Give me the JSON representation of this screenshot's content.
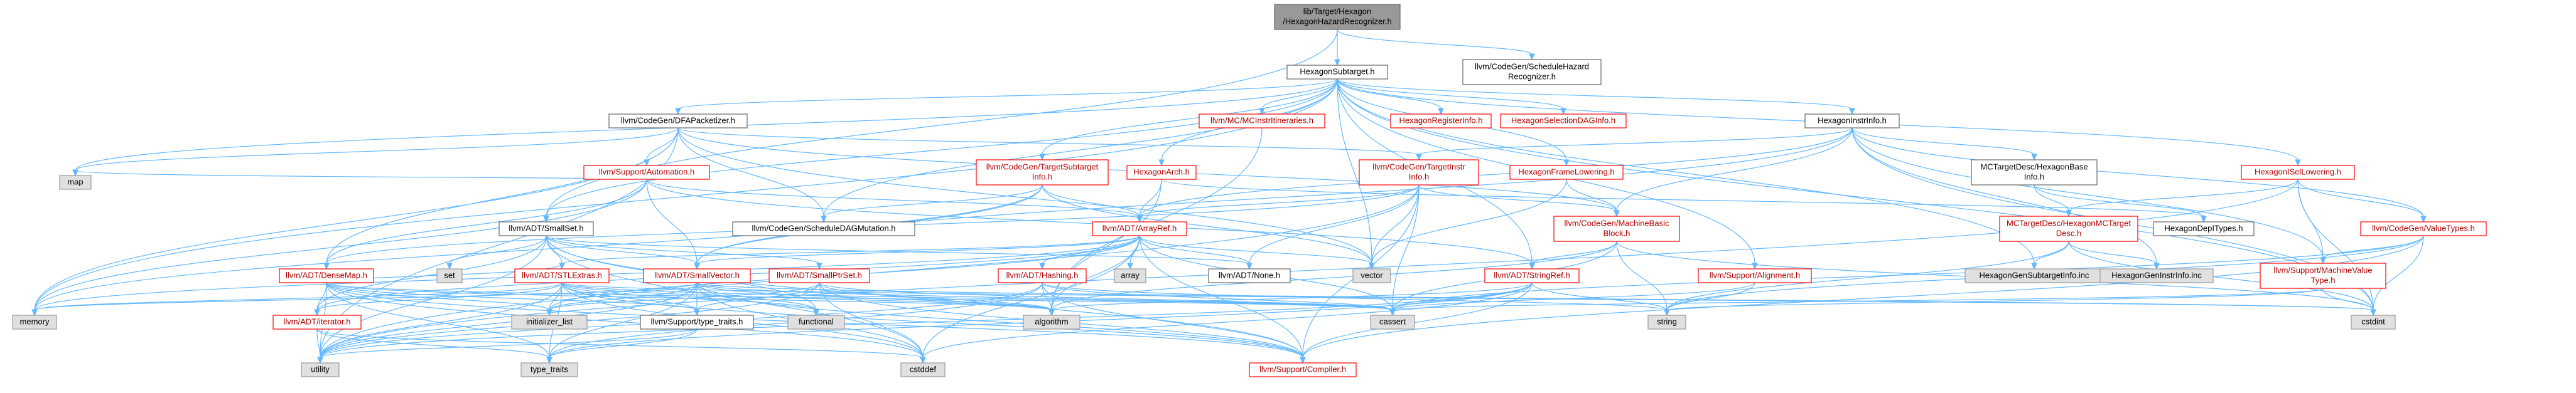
{
  "title": "lib/Target/Hexagon/HexagonHazardRecognizer.h",
  "colors": {
    "root_fill": "#999999",
    "documented_border": "#ff0000",
    "documented_text": "#b20000",
    "undocumented_border": "#666666",
    "external_fill": "#e0e0e0",
    "edge": "#63b8ff"
  },
  "nodes": [
    {
      "id": "root",
      "lines": [
        "lib/Target/Hexagon",
        "/HexagonHazardRecognizer.h"
      ],
      "kind": "root"
    },
    {
      "id": "hexsubtarget",
      "lines": [
        "HexagonSubtarget.h"
      ],
      "kind": "black"
    },
    {
      "id": "schedhazard",
      "lines": [
        "llvm/CodeGen/ScheduleHazard",
        "Recognizer.h"
      ],
      "kind": "black"
    },
    {
      "id": "dfapacketizer",
      "lines": [
        "llvm/CodeGen/DFAPacketizer.h"
      ],
      "kind": "black"
    },
    {
      "id": "mcinstritin",
      "lines": [
        "llvm/MC/MCInstrItineraries.h"
      ],
      "kind": "red"
    },
    {
      "id": "hexreginfo",
      "lines": [
        "HexagonRegisterInfo.h"
      ],
      "kind": "red"
    },
    {
      "id": "hexseldag",
      "lines": [
        "HexagonSelectionDAGInfo.h"
      ],
      "kind": "red"
    },
    {
      "id": "hexinstrinfo",
      "lines": [
        "HexagonInstrInfo.h"
      ],
      "kind": "black"
    },
    {
      "id": "supautomation",
      "lines": [
        "llvm/Support/Automation.h"
      ],
      "kind": "red"
    },
    {
      "id": "codegentsi",
      "lines": [
        "llvm/CodeGen/TargetSubtarget",
        "Info.h"
      ],
      "kind": "red"
    },
    {
      "id": "hexarch",
      "lines": [
        "HexagonArch.h"
      ],
      "kind": "red"
    },
    {
      "id": "codegentii",
      "lines": [
        "llvm/CodeGen/TargetInstr",
        "Info.h"
      ],
      "kind": "red"
    },
    {
      "id": "hexframe",
      "lines": [
        "HexagonFrameLowering.h"
      ],
      "kind": "red"
    },
    {
      "id": "mctdhbi",
      "lines": [
        "MCTargetDesc/HexagonBase",
        "Info.h"
      ],
      "kind": "black"
    },
    {
      "id": "hexisel",
      "lines": [
        "HexagonISelLowering.h"
      ],
      "kind": "red"
    },
    {
      "id": "map",
      "lines": [
        "map"
      ],
      "kind": "gray"
    },
    {
      "id": "smallset",
      "lines": [
        "llvm/ADT/SmallSet.h"
      ],
      "kind": "black"
    },
    {
      "id": "schedmut",
      "lines": [
        "llvm/CodeGen/ScheduleDAGMutation.h"
      ],
      "kind": "black"
    },
    {
      "id": "arrayref",
      "lines": [
        "llvm/ADT/ArrayRef.h"
      ],
      "kind": "red"
    },
    {
      "id": "mbb",
      "lines": [
        "llvm/CodeGen/MachineBasic",
        "Block.h"
      ],
      "kind": "red"
    },
    {
      "id": "hexmctd",
      "lines": [
        "MCTargetDesc/HexagonMCTarget",
        "Desc.h"
      ],
      "kind": "red"
    },
    {
      "id": "hexdep",
      "lines": [
        "HexagonDepITypes.h"
      ],
      "kind": "black"
    },
    {
      "id": "valuetypes",
      "lines": [
        "llvm/CodeGen/ValueTypes.h"
      ],
      "kind": "red"
    },
    {
      "id": "set",
      "lines": [
        "set"
      ],
      "kind": "gray"
    },
    {
      "id": "densemap",
      "lines": [
        "llvm/ADT/DenseMap.h"
      ],
      "kind": "red"
    },
    {
      "id": "stlextras",
      "lines": [
        "llvm/ADT/STLExtras.h"
      ],
      "kind": "red"
    },
    {
      "id": "smallvector",
      "lines": [
        "llvm/ADT/SmallVector.h"
      ],
      "kind": "red"
    },
    {
      "id": "smallptrset",
      "lines": [
        "llvm/ADT/SmallPtrSet.h"
      ],
      "kind": "red"
    },
    {
      "id": "hashing",
      "lines": [
        "llvm/ADT/Hashing.h"
      ],
      "kind": "red"
    },
    {
      "id": "array",
      "lines": [
        "array"
      ],
      "kind": "gray"
    },
    {
      "id": "vector",
      "lines": [
        "vector"
      ],
      "kind": "gray"
    },
    {
      "id": "adtnone",
      "lines": [
        "llvm/ADT/None.h"
      ],
      "kind": "black"
    },
    {
      "id": "stringref",
      "lines": [
        "llvm/ADT/StringRef.h"
      ],
      "kind": "red"
    },
    {
      "id": "alignment",
      "lines": [
        "llvm/Support/Alignment.h"
      ],
      "kind": "red"
    },
    {
      "id": "hexsubinc",
      "lines": [
        "HexagonGenSubtargetInfo.inc"
      ],
      "kind": "gray"
    },
    {
      "id": "hexinstrinc",
      "lines": [
        "HexagonGenInstrInfo.inc"
      ],
      "kind": "gray"
    },
    {
      "id": "machvaltype",
      "lines": [
        "llvm/Support/MachineValue",
        "Type.h"
      ],
      "kind": "red"
    },
    {
      "id": "memory",
      "lines": [
        "memory"
      ],
      "kind": "gray"
    },
    {
      "id": "iterator",
      "lines": [
        "llvm/ADT/iterator.h"
      ],
      "kind": "red"
    },
    {
      "id": "initlist",
      "lines": [
        "initializer_list"
      ],
      "kind": "gray"
    },
    {
      "id": "typetraits",
      "lines": [
        "llvm/Support/type_traits.h"
      ],
      "kind": "black"
    },
    {
      "id": "functional",
      "lines": [
        "functional"
      ],
      "kind": "gray"
    },
    {
      "id": "algorithm",
      "lines": [
        "algorithm"
      ],
      "kind": "gray"
    },
    {
      "id": "cassert",
      "lines": [
        "cassert"
      ],
      "kind": "gray"
    },
    {
      "id": "string",
      "lines": [
        "string"
      ],
      "kind": "gray"
    },
    {
      "id": "cstdint",
      "lines": [
        "cstdint"
      ],
      "kind": "gray"
    },
    {
      "id": "utility",
      "lines": [
        "utility"
      ],
      "kind": "gray"
    },
    {
      "id": "stdtypetraits",
      "lines": [
        "type_traits"
      ],
      "kind": "gray"
    },
    {
      "id": "cstddef",
      "lines": [
        "cstddef"
      ],
      "kind": "gray"
    },
    {
      "id": "compiler",
      "lines": [
        "llvm/Support/Compiler.h"
      ],
      "kind": "red"
    }
  ],
  "edges": [
    [
      "root",
      "hexsubtarget"
    ],
    [
      "root",
      "schedhazard"
    ],
    [
      "root",
      "smallset"
    ],
    [
      "hexsubtarget",
      "dfapacketizer"
    ],
    [
      "hexsubtarget",
      "mcinstritin"
    ],
    [
      "hexsubtarget",
      "hexreginfo"
    ],
    [
      "hexsubtarget",
      "hexseldag"
    ],
    [
      "hexsubtarget",
      "hexinstrinfo"
    ],
    [
      "hexsubtarget",
      "codegentsi"
    ],
    [
      "hexsubtarget",
      "hexarch"
    ],
    [
      "hexsubtarget",
      "hexframe"
    ],
    [
      "hexsubtarget",
      "hexisel"
    ],
    [
      "hexsubtarget",
      "schedmut"
    ],
    [
      "hexsubtarget",
      "vector"
    ],
    [
      "hexsubtarget",
      "hexsubinc"
    ],
    [
      "hexsubtarget",
      "alignment"
    ],
    [
      "hexsubtarget",
      "stringref"
    ],
    [
      "hexsubtarget",
      "smallset"
    ],
    [
      "hexsubtarget",
      "memory"
    ],
    [
      "hexsubtarget",
      "map"
    ],
    [
      "hexsubtarget",
      "cstdint"
    ],
    [
      "dfapacketizer",
      "supautomation"
    ],
    [
      "dfapacketizer",
      "schedmut"
    ],
    [
      "dfapacketizer",
      "mbb"
    ],
    [
      "dfapacketizer",
      "densemap"
    ],
    [
      "dfapacketizer",
      "map"
    ],
    [
      "dfapacketizer",
      "memory"
    ],
    [
      "dfapacketizer",
      "utility"
    ],
    [
      "dfapacketizer",
      "vector"
    ],
    [
      "dfapacketizer",
      "codegentii"
    ],
    [
      "mcinstritin",
      "algorithm"
    ],
    [
      "hexinstrinfo",
      "codegentii"
    ],
    [
      "hexinstrinfo",
      "mctdhbi"
    ],
    [
      "hexinstrinfo",
      "hexinstrinc"
    ],
    [
      "hexinstrinfo",
      "mbb"
    ],
    [
      "hexinstrinfo",
      "valuetypes"
    ],
    [
      "hexinstrinfo",
      "arrayref"
    ],
    [
      "hexinstrinfo",
      "smallvector"
    ],
    [
      "hexinstrinfo",
      "cstdint"
    ],
    [
      "hexinstrinfo",
      "machvaltype"
    ],
    [
      "supautomation",
      "arrayref"
    ],
    [
      "supautomation",
      "densemap"
    ],
    [
      "supautomation",
      "map"
    ],
    [
      "supautomation",
      "memory"
    ],
    [
      "supautomation",
      "smallvector"
    ],
    [
      "supautomation",
      "stringref"
    ],
    [
      "codegentsi",
      "arrayref"
    ],
    [
      "codegentsi",
      "schedmut"
    ],
    [
      "codegentsi",
      "smallvector"
    ],
    [
      "codegentsi",
      "memory"
    ],
    [
      "codegentsi",
      "vector"
    ],
    [
      "hexarch",
      "arrayref"
    ],
    [
      "hexarch",
      "hexdep"
    ],
    [
      "hexarch",
      "algorithm"
    ],
    [
      "codegentii",
      "arrayref"
    ],
    [
      "codegentii",
      "densemap"
    ],
    [
      "codegentii",
      "mbb"
    ],
    [
      "codegentii",
      "vector"
    ],
    [
      "codegentii",
      "cassert"
    ],
    [
      "codegentii",
      "utility"
    ],
    [
      "codegentii",
      "compiler"
    ],
    [
      "codegentii",
      "adtnone"
    ],
    [
      "hexframe",
      "mbb"
    ],
    [
      "hexframe",
      "vector"
    ],
    [
      "mctdhbi",
      "hexmctd"
    ],
    [
      "mctdhbi",
      "hexdep"
    ],
    [
      "hexisel",
      "hexmctd"
    ],
    [
      "hexisel",
      "valuetypes"
    ],
    [
      "hexisel",
      "machvaltype"
    ],
    [
      "hexisel",
      "cstdint"
    ],
    [
      "hexisel",
      "utility"
    ],
    [
      "smallset",
      "adtnone"
    ],
    [
      "smallset",
      "smallptrset"
    ],
    [
      "smallset",
      "smallvector"
    ],
    [
      "smallset",
      "compiler"
    ],
    [
      "smallset",
      "type_traits_dummy"
    ],
    [
      "smallset",
      "cstddef"
    ],
    [
      "smallset",
      "functional"
    ],
    [
      "smallset",
      "set"
    ],
    [
      "smallset",
      "utility"
    ],
    [
      "smallset",
      "iterator"
    ],
    [
      "smallset",
      "stlextras"
    ],
    [
      "arrayref",
      "hashing"
    ],
    [
      "arrayref",
      "array"
    ],
    [
      "arrayref",
      "vector"
    ],
    [
      "arrayref",
      "adtnone"
    ],
    [
      "arrayref",
      "stlextras"
    ],
    [
      "arrayref",
      "smallvector"
    ],
    [
      "arrayref",
      "algorithm"
    ],
    [
      "arrayref",
      "cassert"
    ],
    [
      "arrayref",
      "cstddef"
    ],
    [
      "arrayref",
      "initlist"
    ],
    [
      "arrayref",
      "iterator"
    ],
    [
      "arrayref",
      "memory"
    ],
    [
      "arrayref",
      "compiler"
    ],
    [
      "mbb",
      "stringref"
    ],
    [
      "mbb",
      "string"
    ],
    [
      "mbb",
      "algorithm"
    ],
    [
      "mbb",
      "cassert"
    ],
    [
      "mbb",
      "cstdint"
    ],
    [
      "hexmctd",
      "hexsubinc"
    ],
    [
      "hexmctd",
      "hexinstrinc"
    ],
    [
      "hexmctd",
      "string"
    ],
    [
      "hexmctd",
      "cstdint"
    ],
    [
      "valuetypes",
      "machvaltype"
    ],
    [
      "valuetypes",
      "cassert"
    ],
    [
      "valuetypes",
      "cstdint"
    ],
    [
      "valuetypes",
      "string"
    ],
    [
      "valuetypes",
      "compiler"
    ],
    [
      "densemap",
      "stlextras"
    ],
    [
      "densemap",
      "typetraits"
    ],
    [
      "densemap",
      "algorithm"
    ],
    [
      "densemap",
      "cassert"
    ],
    [
      "densemap",
      "cstddef"
    ],
    [
      "densemap",
      "initlist"
    ],
    [
      "densemap",
      "iterator"
    ],
    [
      "densemap",
      "utility"
    ],
    [
      "densemap",
      "stdtypetraits"
    ],
    [
      "densemap",
      "compiler"
    ],
    [
      "stlextras",
      "iterator"
    ],
    [
      "stlextras",
      "typetraits"
    ],
    [
      "stlextras",
      "utility"
    ],
    [
      "stlextras",
      "algorithm"
    ],
    [
      "stlextras",
      "cassert"
    ],
    [
      "stlextras",
      "cstddef"
    ],
    [
      "stlextras",
      "cstdint"
    ],
    [
      "stlextras",
      "functional"
    ],
    [
      "stlextras",
      "initlist"
    ],
    [
      "stlextras",
      "memory"
    ],
    [
      "stlextras",
      "stdtypetraits"
    ],
    [
      "stlextras",
      "compiler"
    ],
    [
      "smallvector",
      "typetraits"
    ],
    [
      "smallvector",
      "algorithm"
    ],
    [
      "smallvector",
      "cassert"
    ],
    [
      "smallvector",
      "cstddef"
    ],
    [
      "smallvector",
      "cstdint"
    ],
    [
      "smallvector",
      "functional"
    ],
    [
      "smallvector",
      "initlist"
    ],
    [
      "smallvector",
      "memory"
    ],
    [
      "smallvector",
      "utility"
    ],
    [
      "smallvector",
      "stdtypetraits"
    ],
    [
      "smallvector",
      "compiler"
    ],
    [
      "smallptrset",
      "typetraits"
    ],
    [
      "smallptrset",
      "cassert"
    ],
    [
      "smallptrset",
      "cstddef"
    ],
    [
      "smallptrset",
      "initlist"
    ],
    [
      "smallptrset",
      "utility"
    ],
    [
      "smallptrset",
      "compiler"
    ],
    [
      "smallptrset",
      "algorithm"
    ],
    [
      "hashing",
      "algorithm"
    ],
    [
      "hashing",
      "cassert"
    ],
    [
      "hashing",
      "string"
    ],
    [
      "hashing",
      "utility"
    ],
    [
      "hashing",
      "stdtypetraits"
    ],
    [
      "hashing",
      "compiler"
    ],
    [
      "stringref",
      "algorithm"
    ],
    [
      "stringref",
      "cassert"
    ],
    [
      "stringref",
      "cstddef"
    ],
    [
      "stringref",
      "string"
    ],
    [
      "stringref",
      "utility"
    ],
    [
      "stringref",
      "stdtypetraits"
    ],
    [
      "stringref",
      "compiler"
    ],
    [
      "alignment",
      "cassert"
    ],
    [
      "alignment",
      "string"
    ],
    [
      "machvaltype",
      "cassert"
    ],
    [
      "machvaltype",
      "string"
    ],
    [
      "machvaltype",
      "cstdint"
    ],
    [
      "iterator",
      "utility"
    ],
    [
      "iterator",
      "stdtypetraits"
    ],
    [
      "iterator",
      "cstddef"
    ],
    [
      "typetraits",
      "utility"
    ],
    [
      "typetraits",
      "stdtypetraits"
    ]
  ]
}
